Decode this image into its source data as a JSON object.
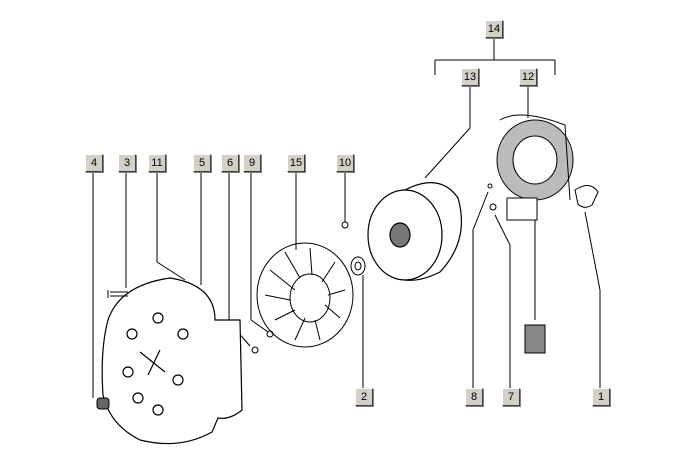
{
  "diagram": {
    "callouts": [
      "1",
      "2",
      "3",
      "4",
      "5",
      "6",
      "7",
      "8",
      "9",
      "10",
      "11",
      "12",
      "13",
      "14",
      "15"
    ],
    "colors": {
      "callout_bg": "#d4d0c8",
      "line": "#000000"
    }
  }
}
